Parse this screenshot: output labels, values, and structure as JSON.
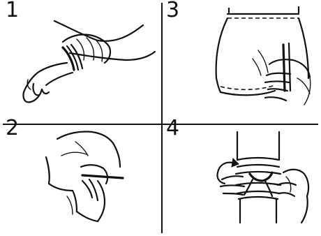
{
  "figure": {
    "panels": [
      {
        "id": "p1",
        "step": "1",
        "illustration": "wrist-bandage-wrap"
      },
      {
        "id": "p2",
        "step": "2",
        "illustration": "elbow-joint-hold"
      },
      {
        "id": "p3",
        "step": "3",
        "illustration": "hip-brief-hold"
      },
      {
        "id": "p4",
        "step": "4",
        "illustration": "knee-bandage-tie"
      }
    ]
  }
}
